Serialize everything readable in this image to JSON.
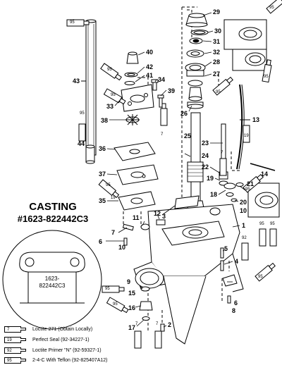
{
  "casting": {
    "title": "CASTING",
    "number": "#1623-822442C3",
    "detail_text_line1": "1623-",
    "detail_text_line2": "822442C3"
  },
  "callouts": [
    "29",
    "30",
    "31",
    "32",
    "28",
    "27",
    "26",
    "40",
    "42",
    "41",
    "34",
    "39",
    "33",
    "43",
    "38",
    "44",
    "13",
    "25",
    "24",
    "36",
    "23",
    "22",
    "19",
    "37",
    "14",
    "21",
    "18",
    "20",
    "10",
    "35",
    "11",
    "12",
    "3",
    "1",
    "7",
    "6",
    "10",
    "5",
    "4",
    "9",
    "6",
    "8",
    "15",
    "16",
    "17",
    "2"
  ],
  "tube_codes": [
    "95",
    "95",
    "95",
    "95",
    "95",
    "7",
    "95",
    "19",
    "7",
    "95",
    "95",
    "95",
    "95",
    "95",
    "92",
    "95",
    "95",
    "95",
    "7",
    "7",
    "19"
  ],
  "legend": [
    {
      "code": "7",
      "label": "Loctite 271 (Obtain Locally)"
    },
    {
      "code": "19",
      "label": "Perfect Seal (92-34227-1)"
    },
    {
      "code": "92",
      "label": "Loctite Primer \"N\" (92-59327-1)"
    },
    {
      "code": "95",
      "label": "2-4-C  With Teflon (92-825407A12)"
    }
  ]
}
